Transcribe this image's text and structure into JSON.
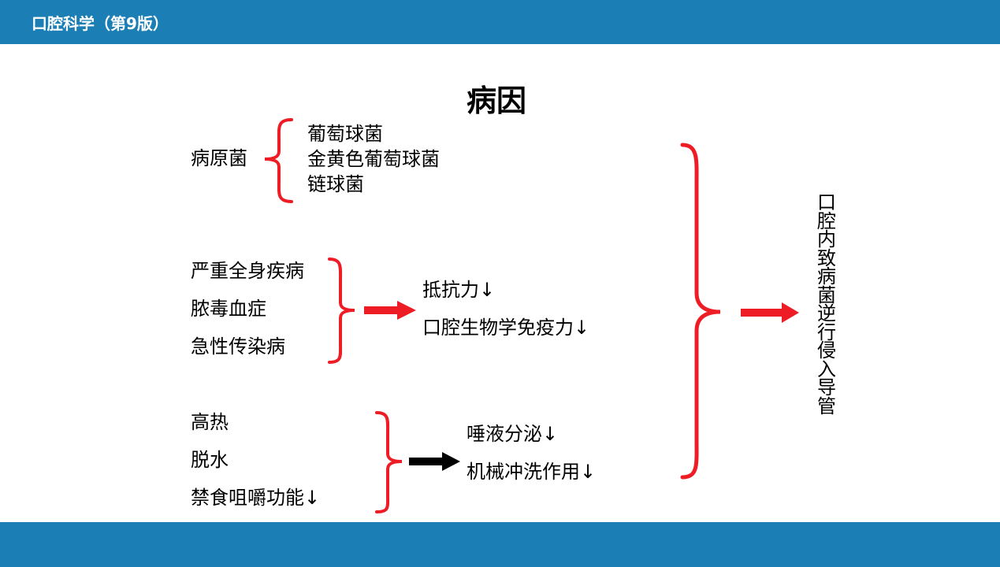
{
  "header": {
    "title": "口腔科学（第9版）"
  },
  "slide": {
    "title": "病因",
    "pathogen_label": "病原菌",
    "pathogens": [
      "葡萄球菌",
      "金黄色葡萄球菌",
      "链球菌"
    ],
    "systemic_causes": [
      "严重全身疾病",
      "脓毒血症",
      "急性传染病"
    ],
    "systemic_effects": [
      "抵抗力↓",
      "口腔生物学免疫力↓"
    ],
    "local_causes": [
      "高热",
      "脱水",
      "禁食咀嚼功能↓"
    ],
    "local_effects": [
      "唾液分泌↓",
      "机械冲洗作用↓"
    ],
    "result": "口腔内致病菌逆行侵入导管"
  },
  "colors": {
    "header_bg": "#1b7fb6",
    "brace": "#ee1c24",
    "arrow_red": "#ee1c24",
    "arrow_black": "#000000"
  },
  "icons": {
    "arrows": "right-arrow-icon",
    "braces": "curly-brace-icon"
  }
}
